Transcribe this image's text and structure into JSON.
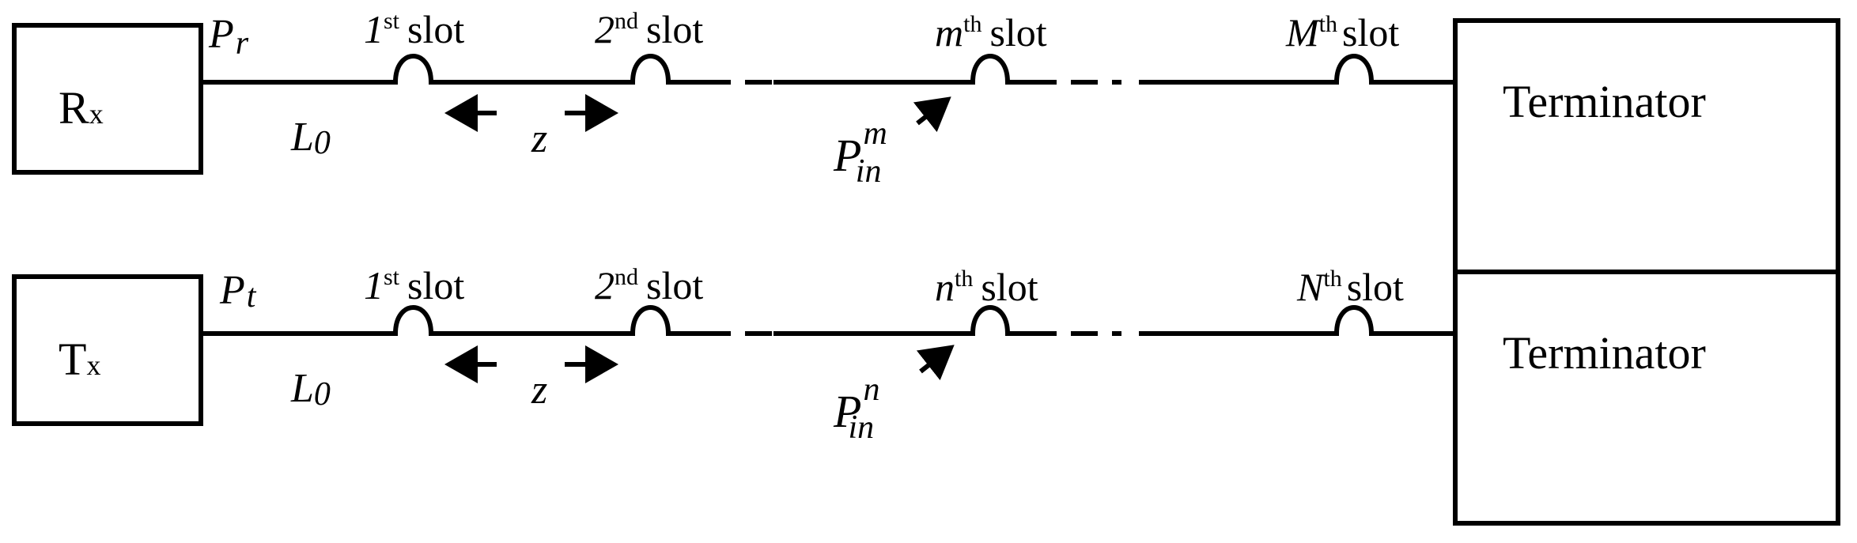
{
  "colors": {
    "stroke": "#000000",
    "background": "#ffffff"
  },
  "rx_row": {
    "box_label_main": "R",
    "box_label_sub": "x",
    "power_symbol": "P",
    "power_sub": "r",
    "length_main": "L",
    "length_sub": "0",
    "distance_label": "z",
    "slots": [
      {
        "num": "1",
        "sup": "st",
        "word": "slot"
      },
      {
        "num": "2",
        "sup": "nd",
        "word": "slot"
      },
      {
        "num": "m",
        "sup": "th",
        "word": "slot"
      },
      {
        "num": "M",
        "sup": "th",
        "word": "slot"
      }
    ],
    "input_power": {
      "symbol": "P",
      "sup": "m",
      "sub": "in"
    },
    "terminator": "Terminator"
  },
  "tx_row": {
    "box_label_main": "T",
    "box_label_sub": "x",
    "power_symbol": "P",
    "power_sub": "t",
    "length_main": "L",
    "length_sub": "0",
    "distance_label": "z",
    "slots": [
      {
        "num": "1",
        "sup": "st",
        "word": "slot"
      },
      {
        "num": "2",
        "sup": "nd",
        "word": "slot"
      },
      {
        "num": "n",
        "sup": "th",
        "word": "slot"
      },
      {
        "num": "N",
        "sup": "th",
        "word": "slot"
      }
    ],
    "input_power": {
      "symbol": "P",
      "sup": "n",
      "sub": "in"
    },
    "terminator": "Terminator"
  }
}
